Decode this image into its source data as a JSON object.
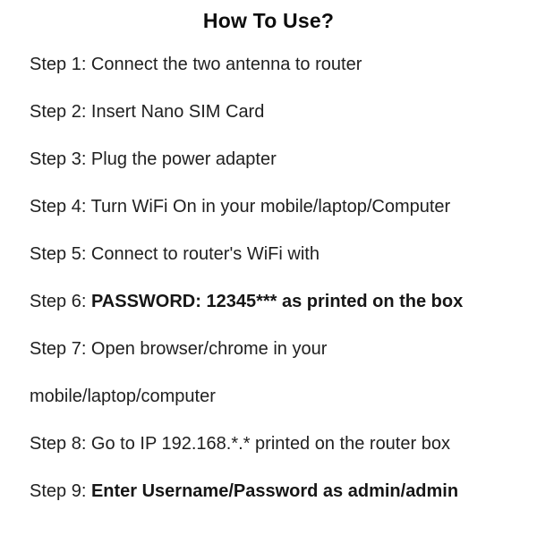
{
  "page": {
    "background_color": "#ffffff",
    "text_color": "#1f1f1f",
    "title_color": "#0d0d0d"
  },
  "title": "How To Use?",
  "steps": [
    {
      "text": "Step 1: Connect the two antenna to router"
    },
    {
      "text": "Step 2: Insert Nano SIM Card"
    },
    {
      "text": "Step 3: Plug the power adapter"
    },
    {
      "text": "Step 4: Turn WiFi On in your mobile/laptop/Computer"
    },
    {
      "text": "Step 5: Connect to router's WiFi with"
    },
    {
      "prefix": "Step 6: ",
      "bold": "PASSWORD: 12345*** as printed on the box"
    },
    {
      "line1": "Step 7: Open browser/chrome in your",
      "line2": "mobile/laptop/computer"
    },
    {
      "text": "Step 8: Go to IP 192.168.*.* printed on the router box"
    },
    {
      "prefix": "Step 9: ",
      "bold": "Enter Username/Password as admin/admin"
    }
  ]
}
